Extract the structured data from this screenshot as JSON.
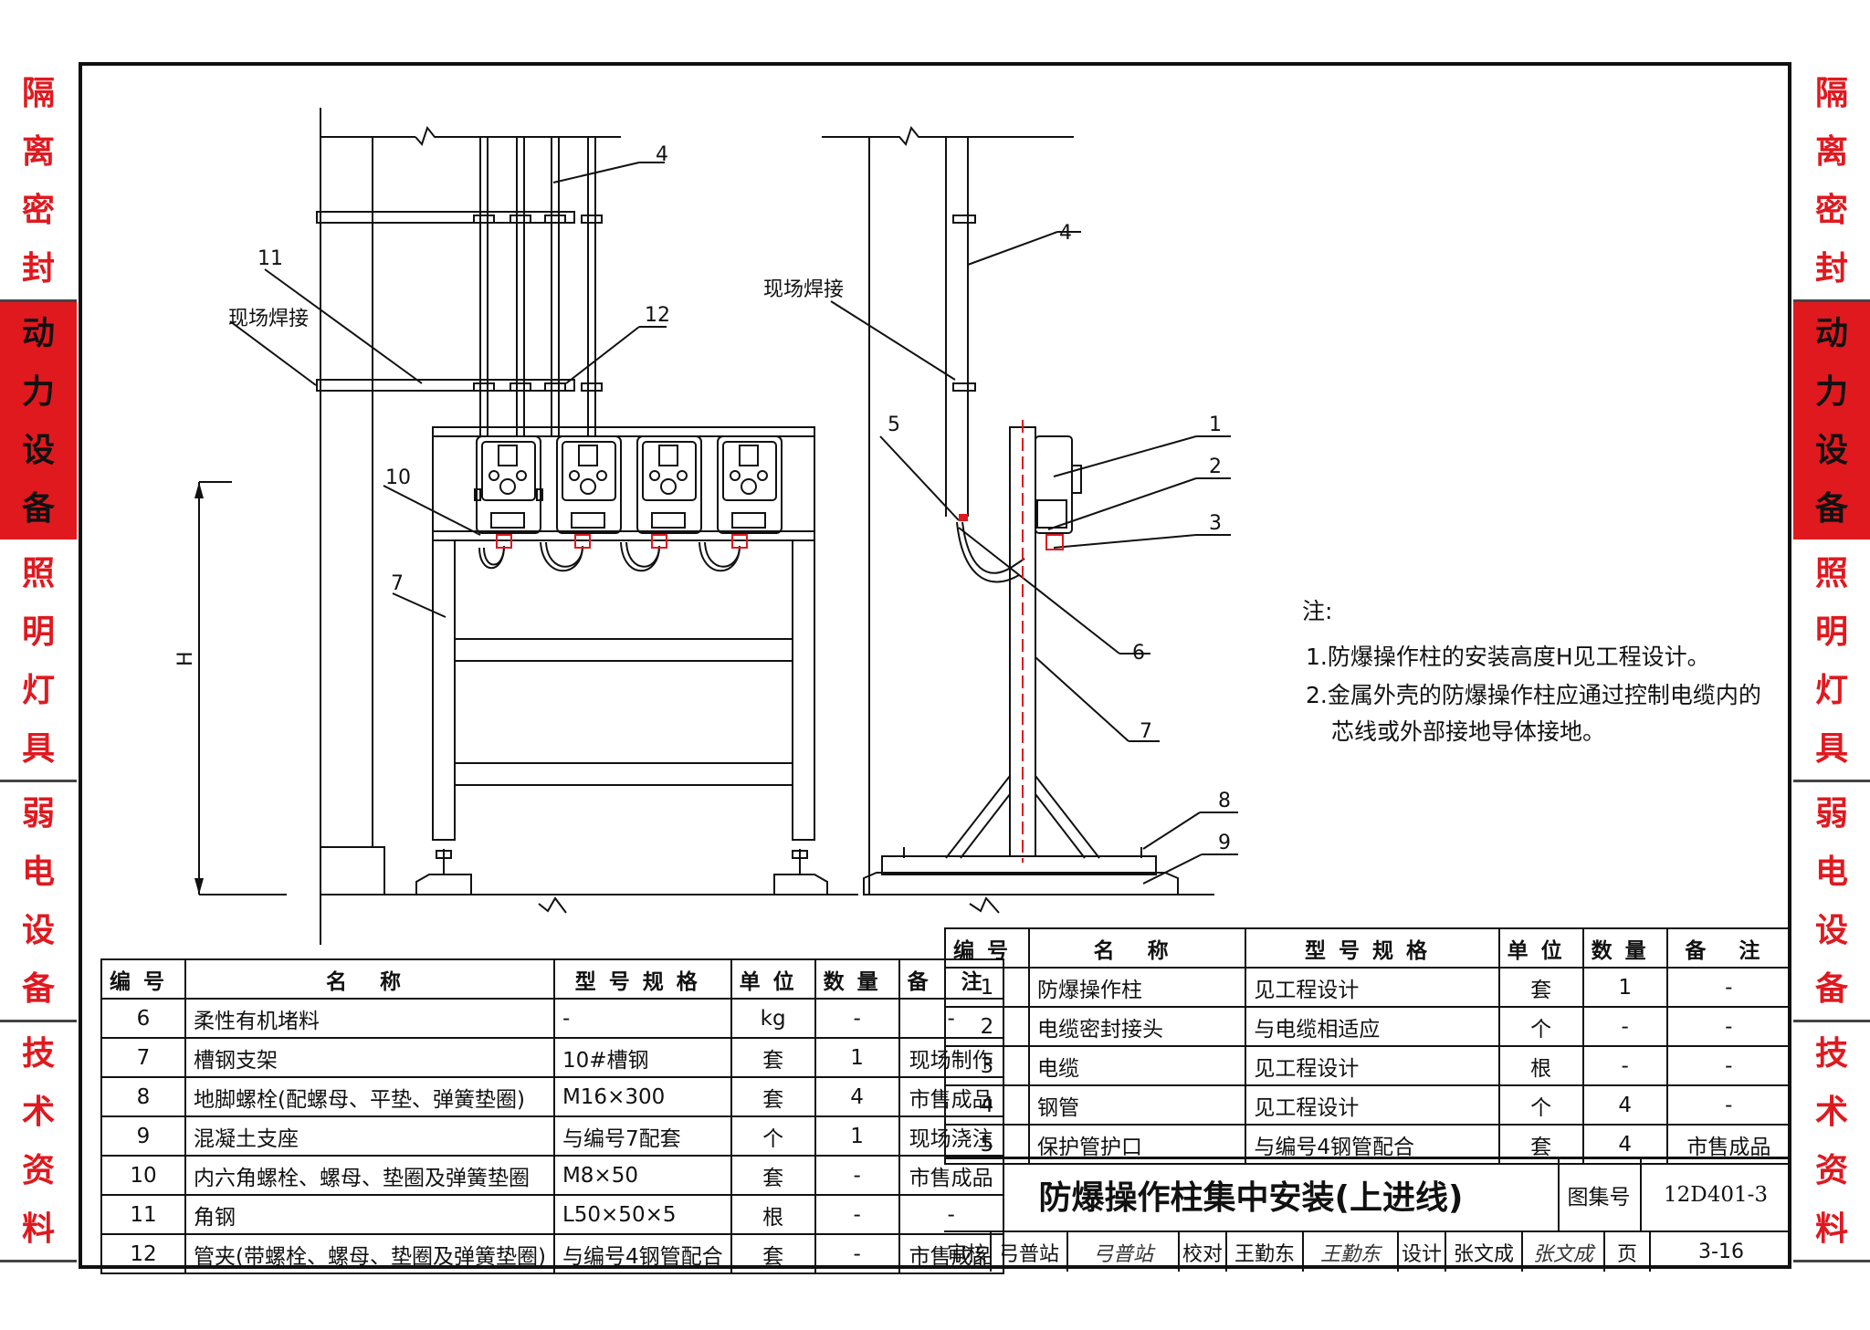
{
  "side_tabs": [
    {
      "label": "隔离密封",
      "chars": [
        "隔",
        "离",
        "密",
        "封"
      ],
      "active": false
    },
    {
      "label": "动力设备",
      "chars": [
        "动",
        "力",
        "设",
        "备"
      ],
      "active": true
    },
    {
      "label": "照明灯具",
      "chars": [
        "照",
        "明",
        "灯",
        "具"
      ],
      "active": false
    },
    {
      "label": "弱电设备",
      "chars": [
        "弱",
        "电",
        "设",
        "备"
      ],
      "active": false
    },
    {
      "label": "技术资料",
      "chars": [
        "技",
        "术",
        "资",
        "料"
      ],
      "active": false
    }
  ],
  "colors": {
    "accent_red": "#e0191f",
    "line": "#111111"
  },
  "drawing_labels": {
    "weld_left": "现场焊接",
    "weld_right": "现场焊接",
    "height_dim": "H",
    "callouts": [
      "1",
      "2",
      "3",
      "4",
      "4",
      "5",
      "6",
      "7",
      "7",
      "8",
      "9",
      "10",
      "11",
      "12"
    ]
  },
  "notes": {
    "heading": "注:",
    "items": [
      "1.防爆操作柱的安装高度H见工程设计。",
      "2.金属外壳的防爆操作柱应通过控制电缆内的",
      "芯线或外部接地导体接地。"
    ]
  },
  "left_table": {
    "headers": [
      "编号",
      "名 称",
      "型号规格",
      "单位",
      "数量",
      "备 注"
    ],
    "rows": [
      [
        "6",
        "柔性有机堵料",
        "-",
        "kg",
        "-",
        "-"
      ],
      [
        "7",
        "槽钢支架",
        "10#槽钢",
        "套",
        "1",
        "现场制作"
      ],
      [
        "8",
        "地脚螺栓(配螺母、平垫、弹簧垫圈)",
        "M16×300",
        "套",
        "4",
        "市售成品"
      ],
      [
        "9",
        "混凝土支座",
        "与编号7配套",
        "个",
        "1",
        "现场浇注"
      ],
      [
        "10",
        "内六角螺栓、螺母、垫圈及弹簧垫圈",
        "M8×50",
        "套",
        "-",
        "市售成品"
      ],
      [
        "11",
        "角钢",
        "L50×50×5",
        "根",
        "-",
        "-"
      ],
      [
        "12",
        "管夹(带螺栓、螺母、垫圈及弹簧垫圈)",
        "与编号4钢管配合",
        "套",
        "-",
        "市售成品"
      ]
    ]
  },
  "right_table": {
    "headers": [
      "编号",
      "名 称",
      "型号规格",
      "单位",
      "数量",
      "备 注"
    ],
    "rows": [
      [
        "1",
        "防爆操作柱",
        "见工程设计",
        "套",
        "1",
        "-"
      ],
      [
        "2",
        "电缆密封接头",
        "与电缆相适应",
        "个",
        "-",
        "-"
      ],
      [
        "3",
        "电缆",
        "见工程设计",
        "根",
        "-",
        "-"
      ],
      [
        "4",
        "钢管",
        "见工程设计",
        "个",
        "4",
        "-"
      ],
      [
        "5",
        "保护管护口",
        "与编号4钢管配合",
        "套",
        "4",
        "市售成品"
      ]
    ]
  },
  "title_block": {
    "title": "防爆操作柱集中安装(上进线)",
    "atlas_label": "图集号",
    "atlas_no": "12D401-3",
    "review_label": "审核",
    "reviewer": "弓普站",
    "reviewer_sig": "弓普站",
    "check_label": "校对",
    "checker": "王勤东",
    "checker_sig": "王勤东",
    "design_label": "设计",
    "designer": "张文成",
    "designer_sig": "张文成",
    "page_label": "页",
    "page_no": "3-16"
  }
}
